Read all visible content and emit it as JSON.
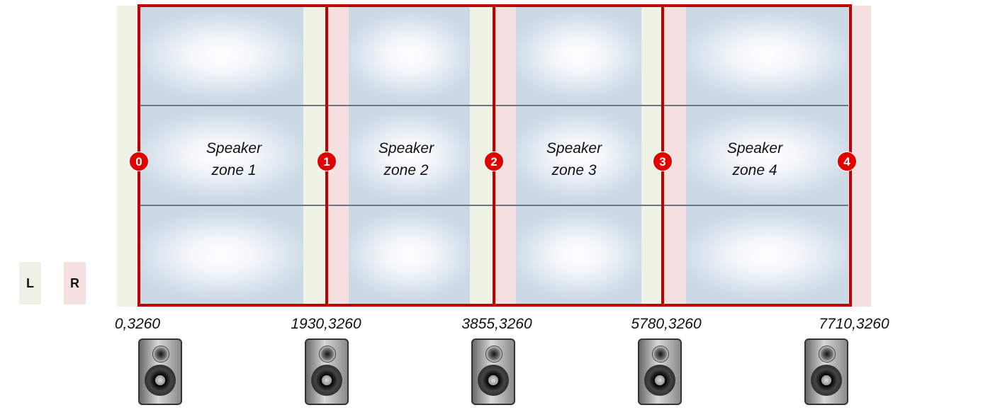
{
  "legend": {
    "left": "L",
    "right": "R"
  },
  "colors": {
    "left_channel": "#eef3e6",
    "right_channel": "#f4e0e0",
    "zone_border": "#c00000",
    "marker": "#e00000"
  },
  "markers": [
    "0",
    "1",
    "2",
    "3",
    "4"
  ],
  "zones": [
    {
      "line1": "Speaker",
      "line2": "zone 1"
    },
    {
      "line1": "Speaker",
      "line2": "zone 2"
    },
    {
      "line1": "Speaker",
      "line2": "zone 3"
    },
    {
      "line1": "Speaker",
      "line2": "zone 4"
    }
  ],
  "speakers": [
    {
      "coord": "0,3260",
      "icon": "speaker-icon"
    },
    {
      "coord": "1930,3260",
      "icon": "speaker-icon"
    },
    {
      "coord": "3855,3260",
      "icon": "speaker-icon"
    },
    {
      "coord": "5780,3260",
      "icon": "speaker-icon"
    },
    {
      "coord": "7710,3260",
      "icon": "speaker-icon"
    }
  ]
}
